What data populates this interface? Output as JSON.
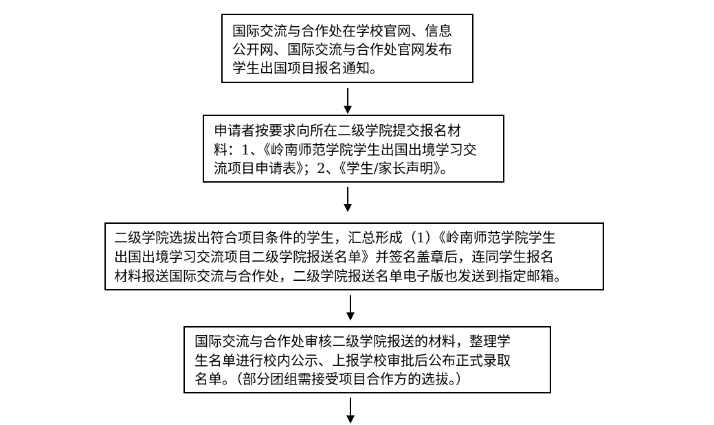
{
  "steps": [
    {
      "lines": [
        "国际交流与合作处在学校官网、信息",
        "公开网、国际交流与合作处官网发布",
        "学生出国项目报名通知。"
      ]
    },
    {
      "lines": [
        "申请者按要求向所在二级学院提交报名材",
        "料：1、《岭南师范学院学生出国出境学习交",
        "流项目申请表》；2、《学生/家长声明》。"
      ]
    },
    {
      "lines": [
        "二级学院选拔出符合项目条件的学生，汇总形成（1）《岭南师范学院学生",
        "出国出境学习交流项目二级学院报送名单》并签名盖章后，连同学生报名",
        "材料报送国际交流与合作处，二级学院报送名单电子版也发送到指定邮箱。"
      ]
    },
    {
      "lines": [
        "国际交流与合作处审核二级学院报送的材料，整理学",
        "生名单进行校内公示、上报学校审批后公布正式录取",
        "名单。（部分团组需接受项目合作方的选拔。）"
      ]
    }
  ]
}
